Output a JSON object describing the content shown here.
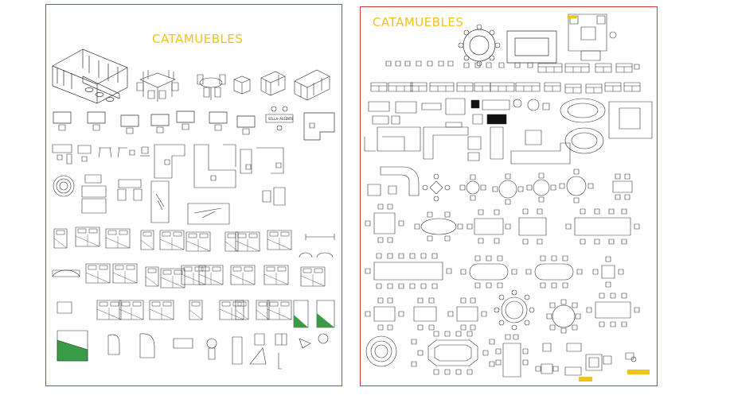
{
  "sheets": [
    {
      "title": "CATAMUEBLES"
    },
    {
      "title": "CATAMUEBLES"
    }
  ],
  "small_tag": "SILLA-ASIENTO",
  "colors": {
    "frame": "#d23a3a",
    "title": "#f2c21b",
    "lines": "#333333",
    "fill_green": "#3a9b47",
    "accent_yellow": "#f2c21b"
  }
}
